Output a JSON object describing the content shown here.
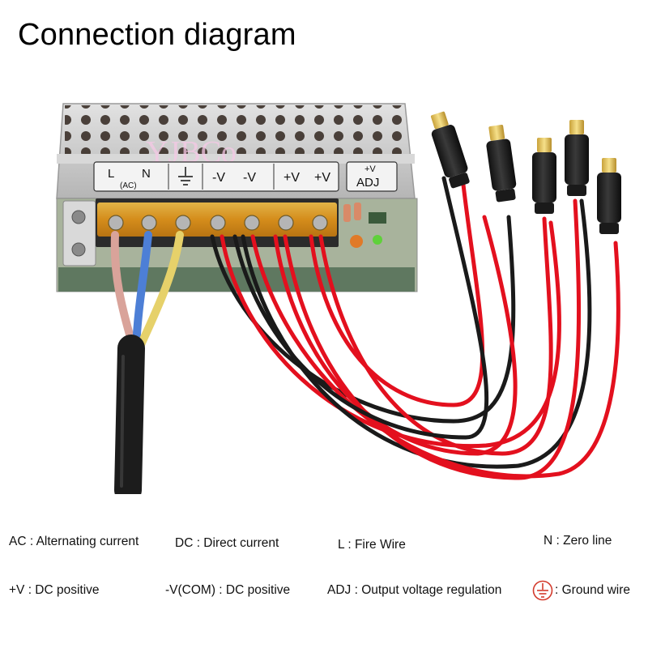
{
  "title": "Connection diagram",
  "watermark": "YJBCo",
  "terminal_labels": {
    "l": "L",
    "n": "N",
    "ac": "(AC)",
    "neg1": "-V",
    "neg2": "-V",
    "pos1": "+V",
    "pos2": "+V",
    "adj_top": "+V",
    "adj": "ADJ"
  },
  "legend": {
    "row1": [
      "AC : Alternating current",
      "DC : Direct current",
      "L : Fire Wire",
      "N : Zero line"
    ],
    "row2": [
      "+V : DC positive",
      "-V(COM) : DC positive",
      "ADJ : Output voltage regulation",
      ": Ground wire"
    ]
  },
  "icons": {
    "ground": "ground-symbol-icon"
  },
  "colors": {
    "red_wire": "#e3101e",
    "black_wire": "#1a1a1a",
    "brown_wire": "#d9a39a",
    "blue_wire": "#4d7fd6",
    "yellow_wire": "#e6d16a",
    "terminal_cover": "#e8a21e",
    "case": "#c9c9c9",
    "ground_symbol": "#d33a2c"
  }
}
